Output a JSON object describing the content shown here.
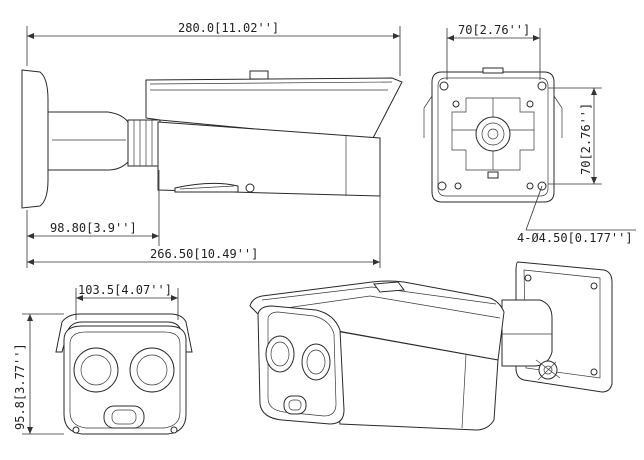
{
  "dimensions": {
    "side_top_width": "280.0[11.02'']",
    "bracket_offset": "98.80[3.9'']",
    "side_bottom_length": "266.50[10.49'']",
    "mount_width": "70[2.76'']",
    "mount_height": "70[2.76'']",
    "mount_holes": "4-Ø4.50[0.177'']",
    "front_width": "103.5[4.07'']",
    "front_height": "95.8[3.77'']"
  },
  "colors": {
    "line": "#2a2a2a",
    "shade": "#f2f2f2",
    "background": "#ffffff"
  }
}
